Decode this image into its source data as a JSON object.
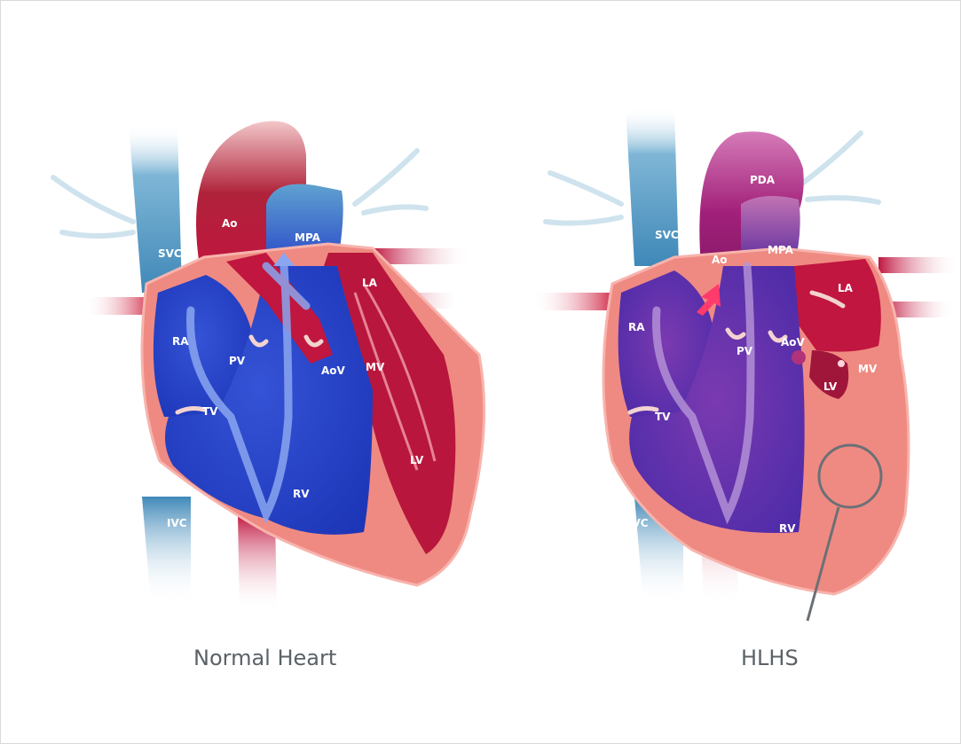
{
  "left_heart": {
    "caption": "Normal Heart",
    "labels": {
      "svc": "SVC",
      "ao": "Ao",
      "mpa": "MPA",
      "la": "LA",
      "ra": "RA",
      "pv": "PV",
      "aov": "AoV",
      "mv": "MV",
      "tv": "TV",
      "lv": "LV",
      "rv": "RV",
      "ivc": "IVC"
    }
  },
  "right_heart": {
    "caption": "HLHS",
    "labels": {
      "pda": "PDA",
      "svc": "SVC",
      "ao": "Ao",
      "mpa": "MPA",
      "la": "LA",
      "ra": "RA",
      "pv": "PV",
      "aov": "AoV",
      "mv": "MV",
      "lv": "LV",
      "tv": "TV",
      "rv": "RV",
      "ivc": "IVC"
    }
  },
  "colors": {
    "oxygen_poor": "#2a47c9",
    "oxygen_rich": "#c0163f",
    "mixed": "#6a2fa0",
    "heart_wall": "#ef8a82",
    "vein_blue": "#5fa2c9",
    "caption_text": "#5a6268",
    "callout_line": "#6b7076"
  }
}
